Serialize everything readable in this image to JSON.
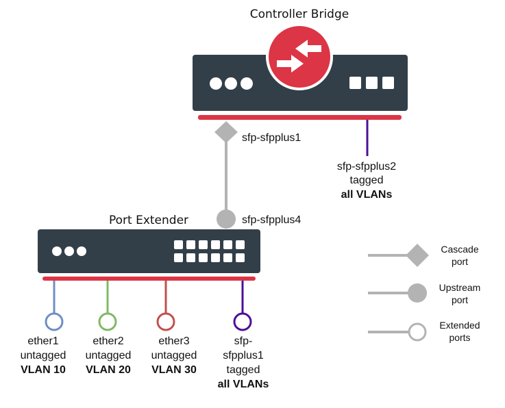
{
  "controller": {
    "title": "Controller Bridge",
    "cascade_port": "sfp-sfpplus1",
    "trunk_port": {
      "name": "sfp-sfpplus2",
      "mode": "tagged",
      "vlans": "all VLANs"
    }
  },
  "extender": {
    "title": "Port Extender",
    "upstream_port": "sfp-sfpplus4",
    "ports": [
      {
        "name": "ether1",
        "mode": "untagged",
        "vlan": "VLAN 10",
        "color": "#6f8fc4"
      },
      {
        "name": "ether2",
        "mode": "untagged",
        "vlan": "VLAN 20",
        "color": "#80b865"
      },
      {
        "name": "ether3",
        "mode": "untagged",
        "vlan": "VLAN 30",
        "color": "#c0504d"
      },
      {
        "name_line1": "sfp-",
        "name_line2": "sfpplus1",
        "mode": "tagged",
        "vlan": "all VLANs",
        "color": "#4b0f96"
      }
    ]
  },
  "legend": {
    "cascade": {
      "line1": "Cascade",
      "line2": "port"
    },
    "upstream": {
      "line1": "Upstream",
      "line2": "port"
    },
    "extended": {
      "line1": "Extended",
      "line2": "ports"
    }
  },
  "colors": {
    "device": "#333f48",
    "red": "#dc3545",
    "link": "#b3b3b3",
    "purple": "#4b0f96"
  }
}
